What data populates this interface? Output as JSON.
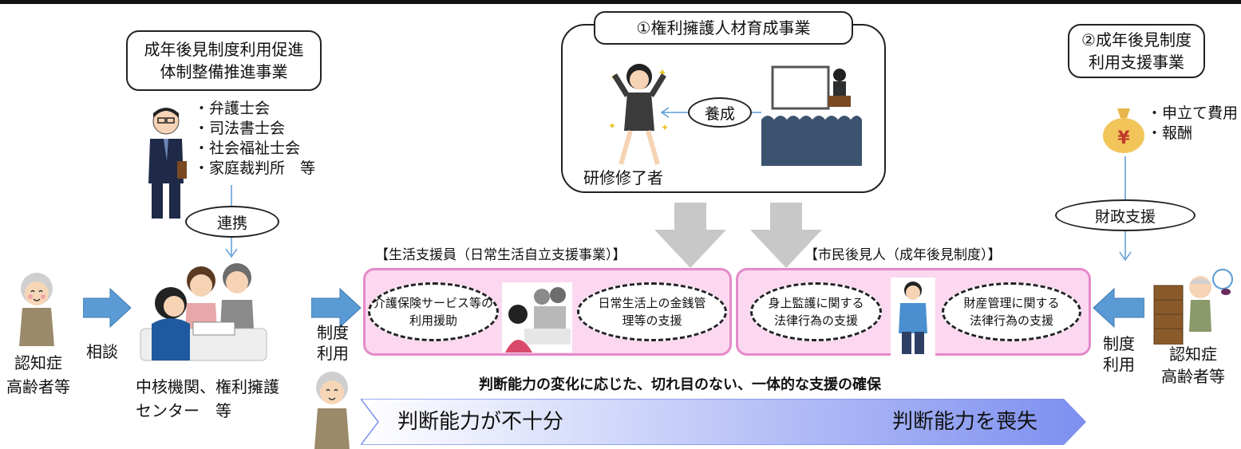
{
  "promo_box": {
    "line1": "成年後見制度利用促進",
    "line2": "体制整備推進事業"
  },
  "organizations": [
    "・弁護士会",
    "・司法書士会",
    "・社会福祉士会",
    "・家庭裁判所　等"
  ],
  "renkei_label": "連携",
  "person_left_label": {
    "line1": "認知症",
    "line2": "高齢者等"
  },
  "soudan_label": "相談",
  "core_label": {
    "line1": "中核機関、権利擁護",
    "line2": "センター　等"
  },
  "seido_riyou_left": {
    "line1": "制度",
    "line2": "利用"
  },
  "project1": {
    "title": "①権利擁護人材育成事業",
    "training": "養成",
    "graduate": "研修修了者"
  },
  "project2": {
    "line1": "②成年後見制度",
    "line2": "利用支援事業"
  },
  "costs": [
    "・申立て費用",
    "・報酬"
  ],
  "zaisei_label": "財政支援",
  "seido_riyou_right": {
    "line1": "制度",
    "line2": "利用"
  },
  "person_right_label": {
    "line1": "認知症",
    "line2": "高齢者等"
  },
  "support_worker_title": "【生活支援員（日常生活自立支援事業）】",
  "support_worker_items": [
    {
      "line1": "介護保険サービス等の",
      "line2": "利用援助"
    },
    {
      "line1": "日常生活上の金銭管",
      "line2": "理等の支援"
    }
  ],
  "citizen_guardian_title": "【市民後見人（成年後見制度）】",
  "citizen_guardian_items": [
    {
      "line1": "身上監護に関する",
      "line2": "法律行為の支援"
    },
    {
      "line1": "財産管理に関する",
      "line2": "法律行為の支援"
    }
  ],
  "continuity_message": "判断能力の変化に応じた、切れ目のない、一体的な支援の確保",
  "capacity_arrow": {
    "left": "判断能力が不十分",
    "right": "判断能力を喪失"
  },
  "colors": {
    "pink_fill": "#fbd7f0",
    "pink_border": "#e48ac9",
    "arrow_blue": "#5b9bd5",
    "gray_arrow": "#c8c8c8"
  }
}
